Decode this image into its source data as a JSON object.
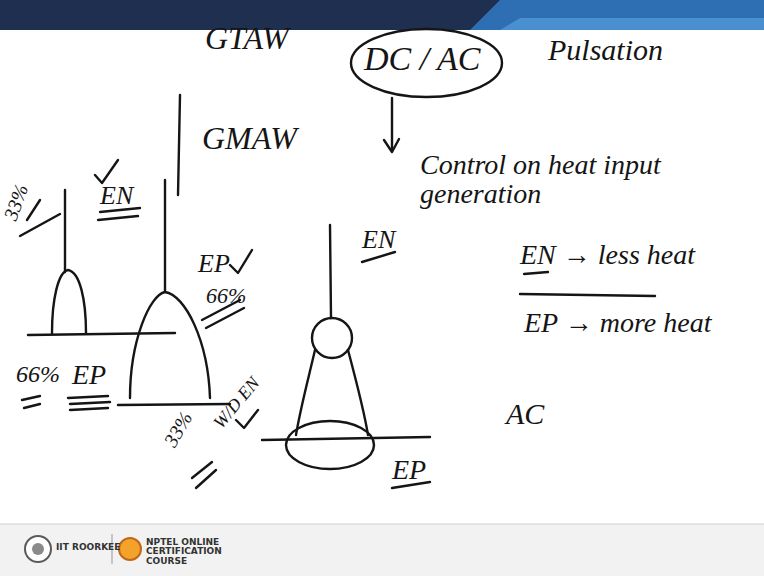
{
  "diagram": {
    "nodes": [
      {
        "text": [
          "DC / AC"
        ]
      }
    ],
    "labels": [
      "GTAW",
      "GMAW",
      "Pulsation",
      "Control on heat input generation",
      "EN",
      "33%",
      "66%",
      "EP",
      "EP",
      "66%",
      "33%",
      "W/D EN",
      "EN",
      "EP",
      "EN → less heat",
      "EP → more heat",
      "AC",
      "IIT ROORKEE",
      "NPTEL ONLINE CERTIFICATION COURSE"
    ]
  }
}
